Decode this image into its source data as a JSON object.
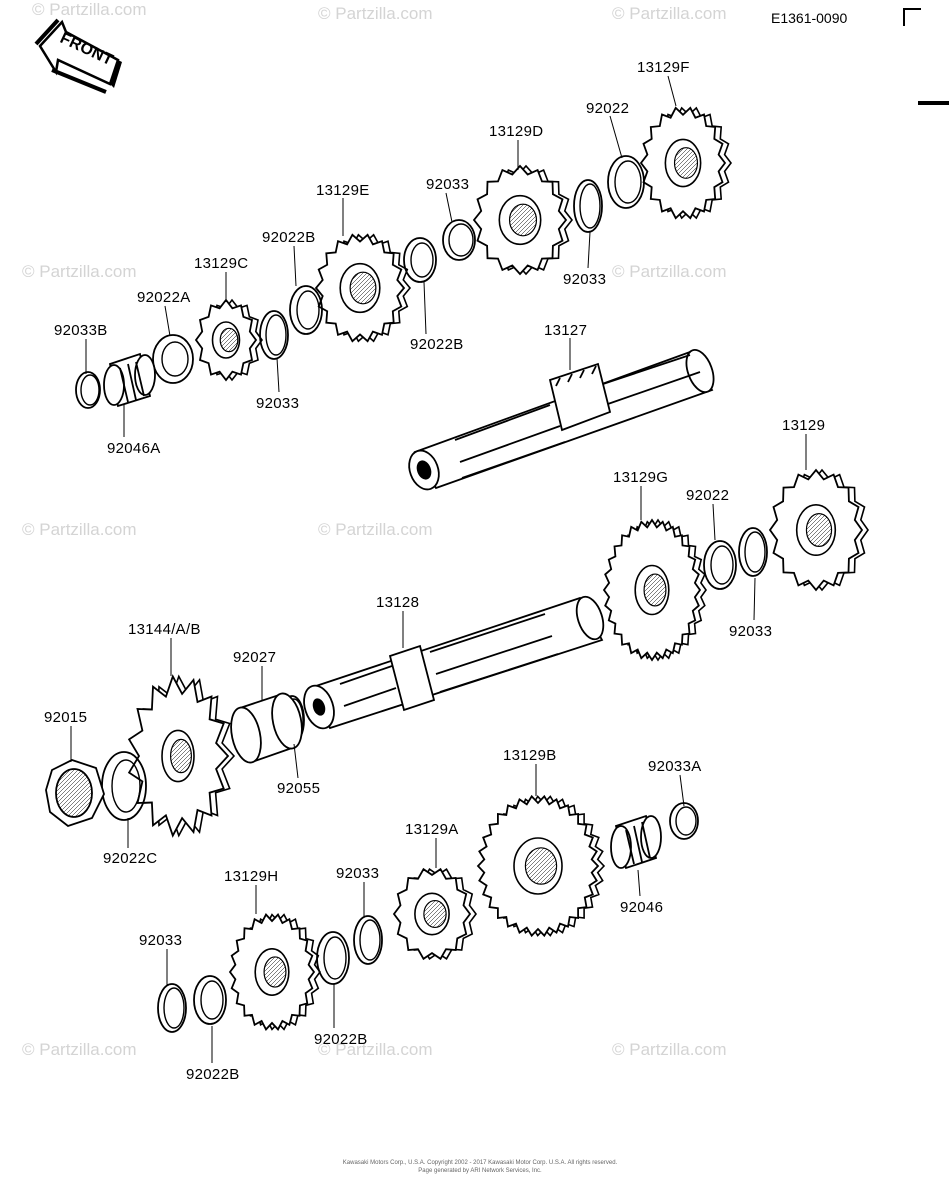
{
  "diagram_code": "E1361-0090",
  "front_arrow_label": "FRONT",
  "watermark": "© Partzilla.com",
  "copyright_lines": [
    "Kawasaki Motors Corp., U.S.A. Copyright 2002 - 2017  Kawasaki Motor Corp. U.S.A.  All rights reserved.",
    "Page generated by ARI Network Services, Inc."
  ],
  "part_labels": {
    "p13129F": "13129F",
    "p92022_top": "92022",
    "p13129D": "13129D",
    "p92033_a": "92033",
    "p13129E": "13129E",
    "p92022B_a": "92022B",
    "p13129C": "13129C",
    "p92022A": "92022A",
    "p92033B": "92033B",
    "p92046A": "92046A",
    "p92033_b": "92033",
    "p92033_c": "92033",
    "p92022B_b": "92022B",
    "p13127": "13127",
    "p13129": "13129",
    "p13129G": "13129G",
    "p92022_mid": "92022",
    "p92033_d": "92033",
    "p13128": "13128",
    "p13144AB": "13144/A/B",
    "p92027": "92027",
    "p92015": "92015",
    "p92055": "92055",
    "p92022C": "92022C",
    "p13129B": "13129B",
    "p92033A": "92033A",
    "p13129A": "13129A",
    "p92046": "92046",
    "p13129H": "13129H",
    "p92033_e": "92033",
    "p92033_f": "92033",
    "p92022B_c": "92022B",
    "p92022B_d": "92022B"
  }
}
